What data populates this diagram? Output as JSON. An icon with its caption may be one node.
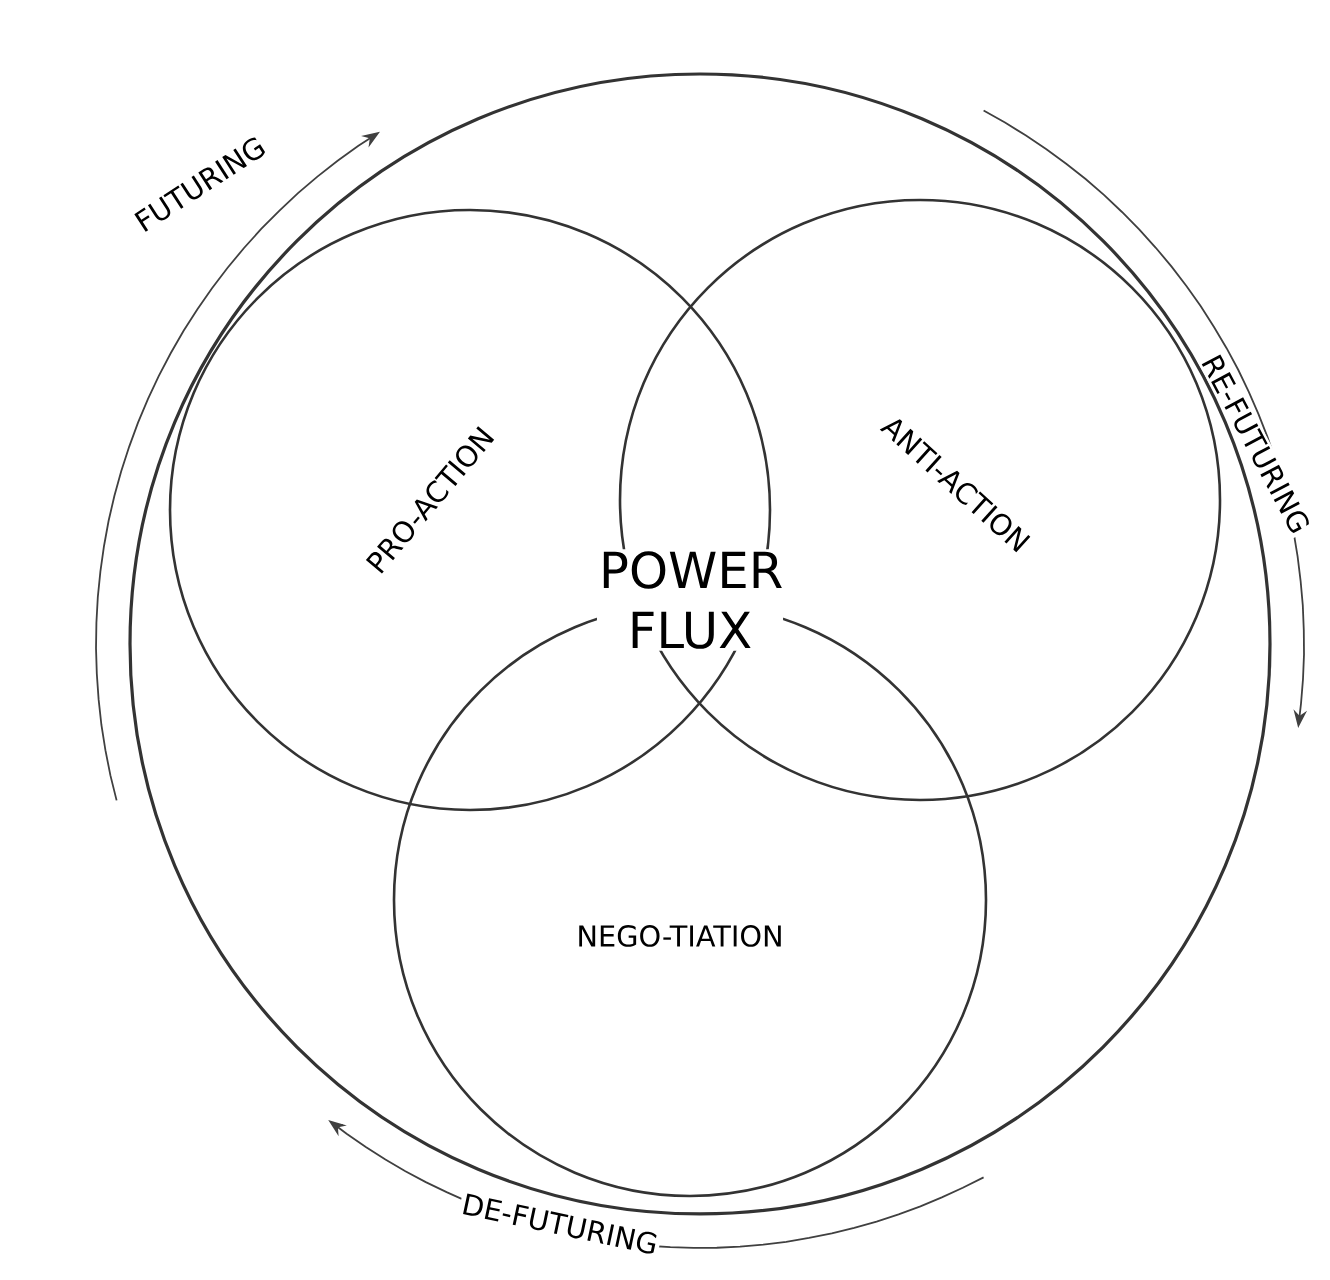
{
  "diagram": {
    "nodes": [
      {
        "text": [],
        "shape": "circle"
      },
      {
        "text": [
          "PRO-ACTION"
        ],
        "in": 0
      },
      {
        "text": [
          "ANTI-ACTION"
        ],
        "in": 0
      },
      {
        "text": [
          "NEGO-TIATION"
        ],
        "in": 0
      }
    ],
    "labels": [
      "POWER FLUX",
      "FUTURING",
      "RE-FUTURING",
      "DE-FUTURING"
    ]
  }
}
